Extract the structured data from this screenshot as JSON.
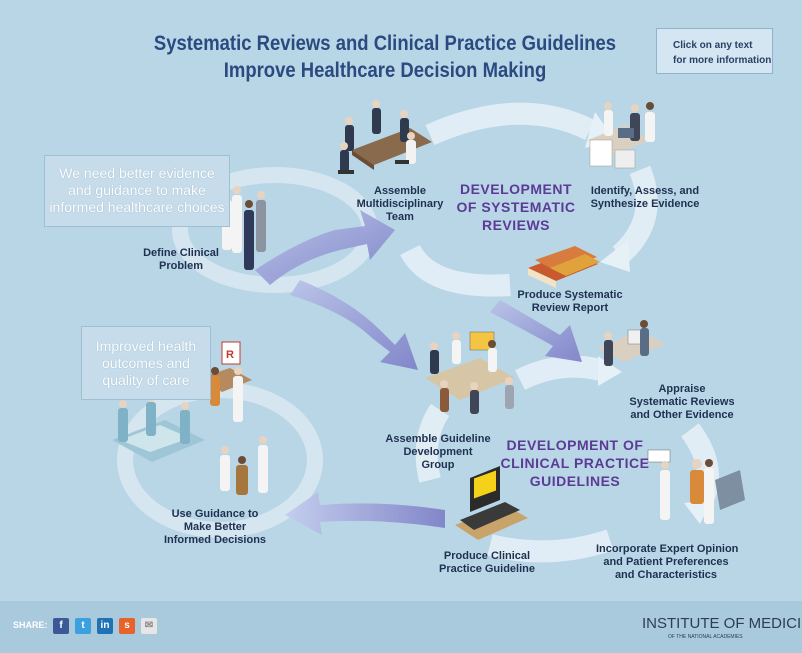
{
  "title": {
    "line1": "Systematic Reviews and Clinical Practice Guidelines",
    "line2": "Improve Healthcare Decision Making"
  },
  "hint": {
    "line1": "Click on any text",
    "line2": "for more information"
  },
  "quotes": {
    "evidence": [
      "We need better evidence",
      "and guidance to make",
      "informed healthcare choices"
    ],
    "outcomes": [
      "Improved health",
      "outcomes and",
      "quality of care"
    ]
  },
  "cycles": {
    "systematic_reviews": [
      "DEVELOPMENT",
      "OF SYSTEMATIC",
      "REVIEWS"
    ],
    "guidelines": [
      "DEVELOPMENT OF",
      "CLINICAL PRACTICE",
      "GUIDELINES"
    ]
  },
  "steps": {
    "define_problem": [
      "Define Clinical",
      "Problem"
    ],
    "assemble_team": [
      "Assemble",
      "Multidisciplinary",
      "Team"
    ],
    "identify": [
      "Identify, Assess, and",
      "Synthesize Evidence"
    ],
    "produce_report": [
      "Produce Systematic",
      "Review Report"
    ],
    "appraise": [
      "Appraise",
      "Systematic Reviews",
      "and Other Evidence"
    ],
    "assemble_group": [
      "Assemble Guideline",
      "Development",
      "Group"
    ],
    "incorporate": [
      "Incorporate Expert Opinion",
      "and Patient Preferences",
      "and Characteristics"
    ],
    "produce_guideline": [
      "Produce Clinical",
      "Practice Guideline"
    ],
    "use_guidance": [
      "Use Guidance to",
      "Make Better",
      "Informed Decisions"
    ]
  },
  "footer": {
    "share_label": "SHARE:",
    "share_icons": [
      "facebook-icon",
      "twitter-icon",
      "linkedin-icon",
      "stumbleupon-icon",
      "email-icon"
    ],
    "org_name": "INSTITUTE OF MEDICINE",
    "org_sub": "OF THE NATIONAL ACADEMIES"
  },
  "colors": {
    "background": "#b9d6e6",
    "title": "#2a4a80",
    "cycle_text": "#5b3b95",
    "arrow_purple": "#8e8fd0",
    "arrow_white": "#e8f1f7"
  }
}
